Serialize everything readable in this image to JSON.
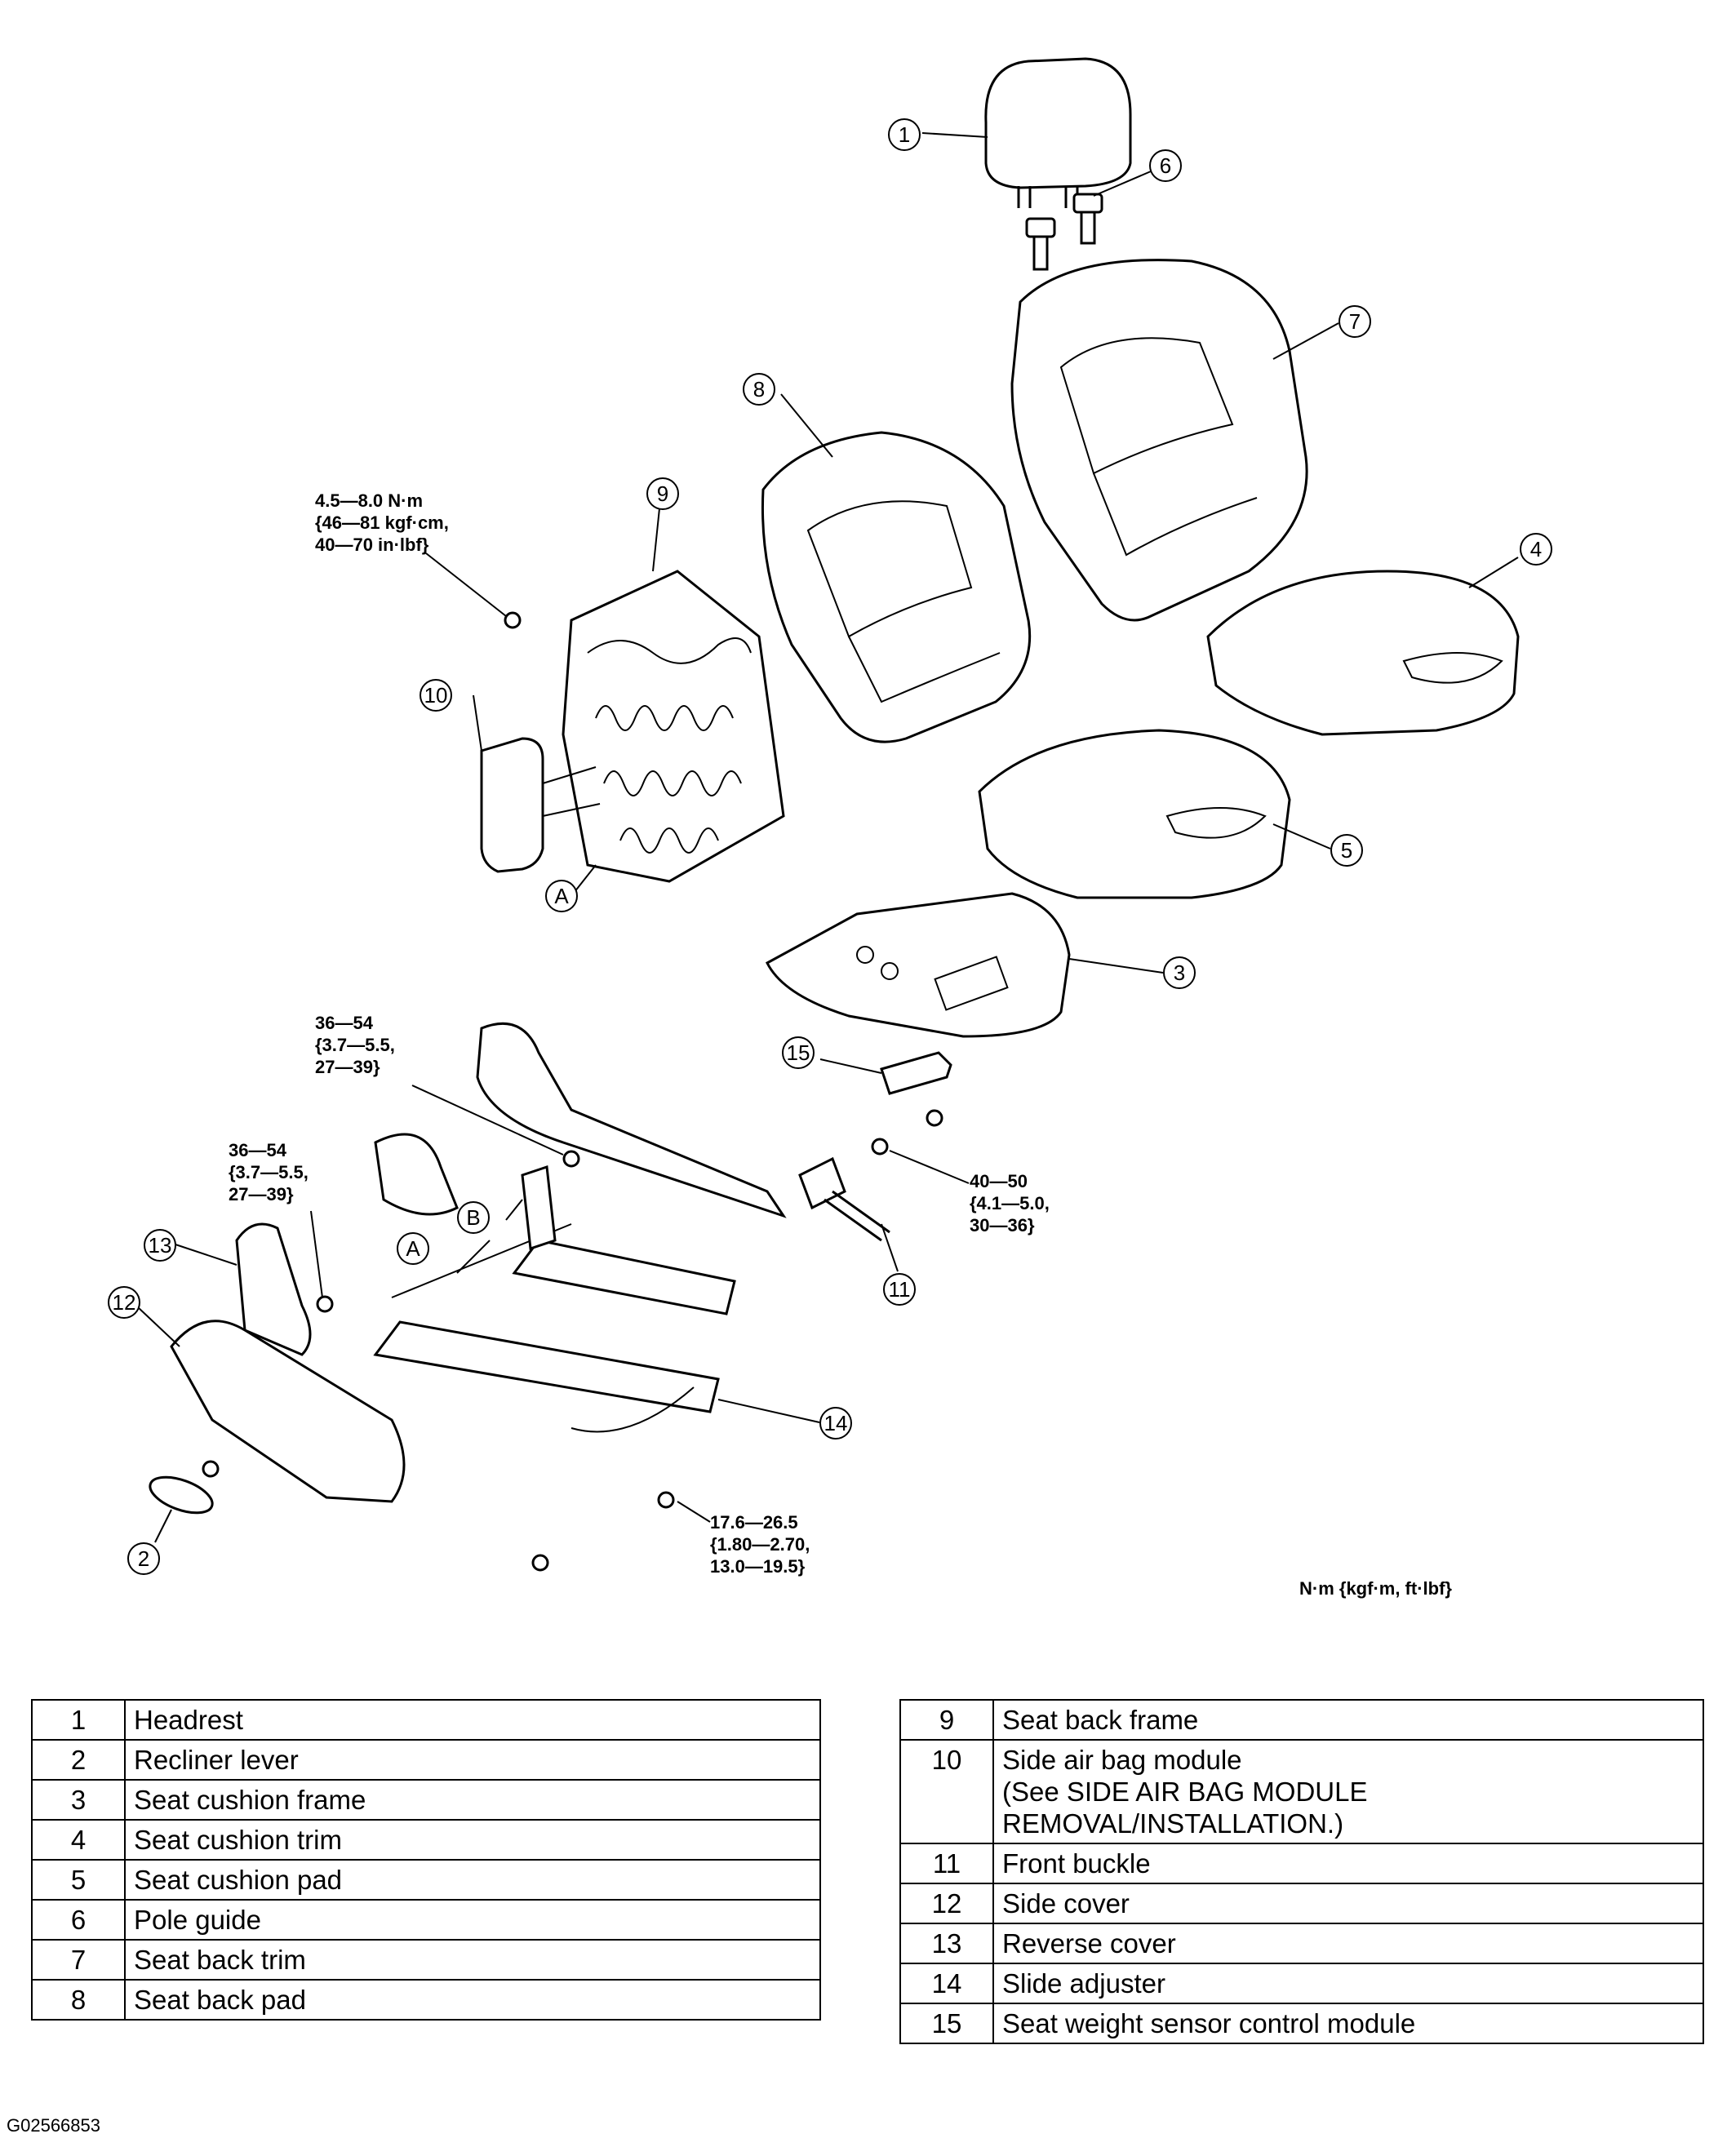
{
  "diagram": {
    "callouts": [
      "1",
      "2",
      "3",
      "4",
      "5",
      "6",
      "7",
      "8",
      "9",
      "10",
      "11",
      "12",
      "13",
      "14",
      "15",
      "A",
      "B"
    ],
    "torques": {
      "t_seatback": "4.5—8.0 N·m\n{46—81 kgf·cm,\n40—70 in·lbf}",
      "t_upper": "36—54\n{3.7—5.5,\n27—39}",
      "t_left": "36—54\n{3.7—5.5,\n27—39}",
      "t_buckle": "40—50\n{4.1—5.0,\n30—36}",
      "t_bottom": "17.6—26.5\n{1.80—2.70,\n13.0—19.5}"
    },
    "units": "N·m {kgf·m, ft·lbf}"
  },
  "parts_table": {
    "left": [
      {
        "num": "1",
        "name": "Headrest"
      },
      {
        "num": "2",
        "name": "Recliner lever"
      },
      {
        "num": "3",
        "name": "Seat cushion frame"
      },
      {
        "num": "4",
        "name": "Seat cushion trim"
      },
      {
        "num": "5",
        "name": "Seat cushion pad"
      },
      {
        "num": "6",
        "name": "Pole guide"
      },
      {
        "num": "7",
        "name": "Seat back trim"
      },
      {
        "num": "8",
        "name": "Seat back pad"
      }
    ],
    "right": [
      {
        "num": "9",
        "name": "Seat back frame"
      },
      {
        "num": "10",
        "name": "Side air bag module\n(See SIDE AIR BAG MODULE\nREMOVAL/INSTALLATION.)"
      },
      {
        "num": "11",
        "name": "Front buckle"
      },
      {
        "num": "12",
        "name": "Side cover"
      },
      {
        "num": "13",
        "name": "Reverse cover"
      },
      {
        "num": "14",
        "name": "Slide adjuster"
      },
      {
        "num": "15",
        "name": "Seat weight sensor control module"
      }
    ]
  },
  "figure_id": "G02566853"
}
